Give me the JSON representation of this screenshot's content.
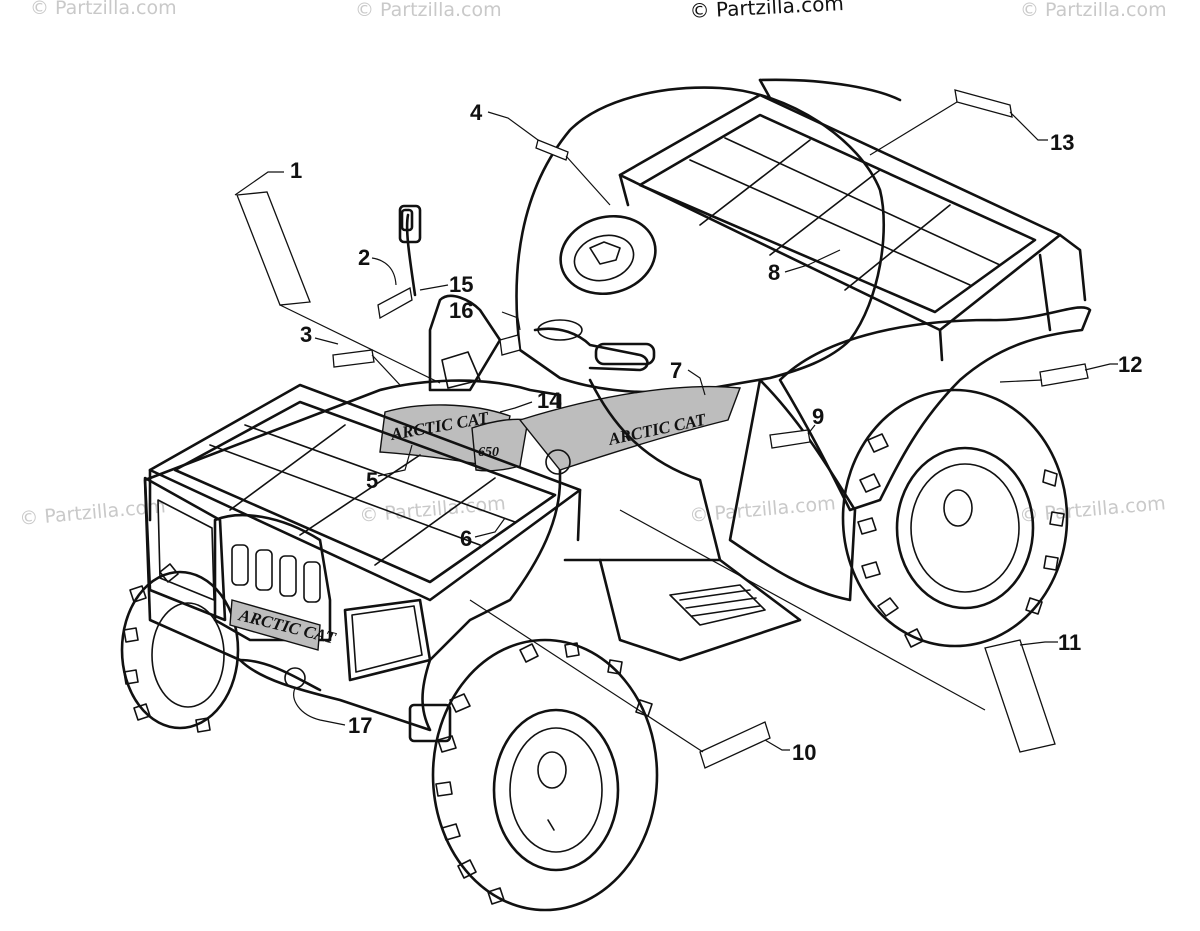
{
  "watermark": {
    "top_center": "© Partzilla.com",
    "faded": "© Partzilla.com"
  },
  "brand": {
    "front_hood": "ARCTIC CAT",
    "side_panel": "ARCTIC CAT",
    "front_bumper": "ARCTIC CAT",
    "model_badge": "650"
  },
  "callouts": [
    "1",
    "2",
    "3",
    "4",
    "5",
    "6",
    "7",
    "8",
    "9",
    "10",
    "11",
    "12",
    "13",
    "14",
    "15",
    "16",
    "17"
  ],
  "colors": {
    "ink": "#111111",
    "background": "#ffffff",
    "watermark": "#c9c9c9"
  }
}
